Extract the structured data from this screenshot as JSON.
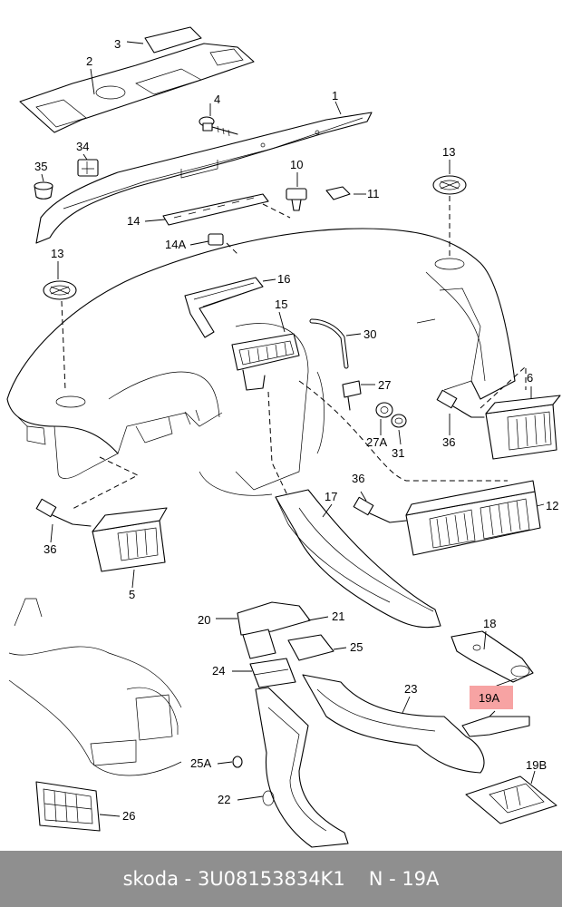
{
  "diagram": {
    "highlight_color": "#f7a3a3",
    "labels": {
      "l1": "1",
      "l2": "2",
      "l3": "3",
      "l4": "4",
      "l5": "5",
      "l6": "6",
      "l10": "10",
      "l11": "11",
      "l12": "12",
      "l13a": "13",
      "l13b": "13",
      "l14": "14",
      "l14a": "14A",
      "l15": "15",
      "l16": "16",
      "l17": "17",
      "l18": "18",
      "l19a": "19A",
      "l19b": "19B",
      "l20": "20",
      "l21": "21",
      "l22": "22",
      "l23": "23",
      "l24": "24",
      "l25": "25",
      "l25a": "25A",
      "l26": "26",
      "l27": "27",
      "l27a": "27A",
      "l30": "30",
      "l31": "31",
      "l34": "34",
      "l35": "35",
      "l36a": "36",
      "l36b": "36",
      "l36c": "36"
    }
  },
  "footer": {
    "brand": "skoda",
    "separator": "-",
    "part_number": "3U08153834K1",
    "position": "N - 19A"
  }
}
